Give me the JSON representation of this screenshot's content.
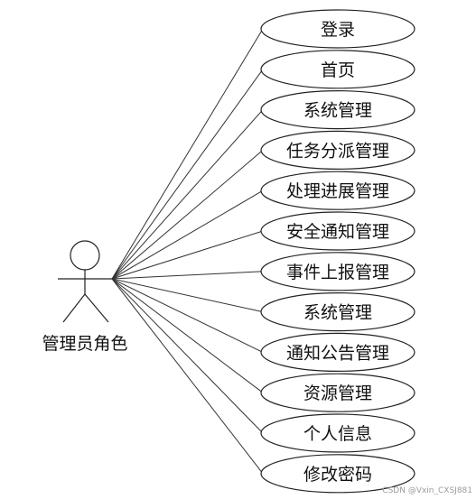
{
  "actor": {
    "label": "管理员角色"
  },
  "use_cases": [
    {
      "label": "登录"
    },
    {
      "label": "首页"
    },
    {
      "label": "系统管理"
    },
    {
      "label": "任务分派管理"
    },
    {
      "label": "处理进展管理"
    },
    {
      "label": "安全通知管理"
    },
    {
      "label": "事件上报管理"
    },
    {
      "label": "系统管理"
    },
    {
      "label": "通知公告管理"
    },
    {
      "label": "资源管理"
    },
    {
      "label": "个人信息"
    },
    {
      "label": "修改密码"
    }
  ],
  "watermark": "CSDN @Vxin_CXSJ881"
}
